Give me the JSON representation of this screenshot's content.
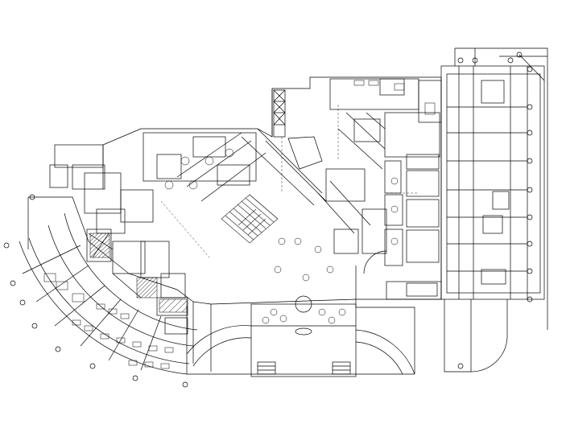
{
  "drawing": {
    "type": "architectural floor plan (CAD linework)",
    "colors": {
      "line": "#000000",
      "background": "#ffffff",
      "hatch": "#222222"
    },
    "room_labels": {
      "right_wing": "",
      "south_court": "",
      "east_court": ""
    },
    "grid_bubble_count_right": 10,
    "grid_bubble_count_arc": 9
  }
}
